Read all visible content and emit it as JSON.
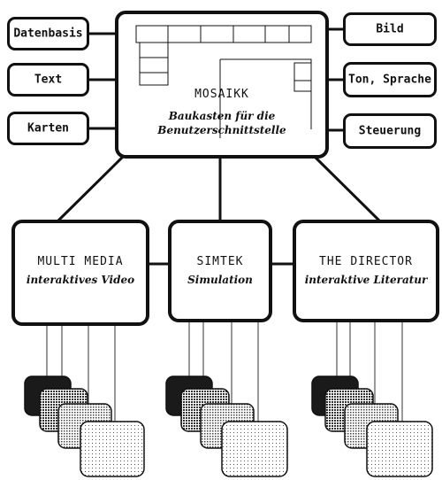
{
  "center": {
    "title": "MOSAIKK",
    "subtitle_line1": "Baukasten für die",
    "subtitle_line2": "Benutzerschnittstelle"
  },
  "left_nodes": [
    "Datenbasis",
    "Text",
    "Karten"
  ],
  "right_nodes": [
    "Bild",
    "Ton, Sprache",
    "Steuerung"
  ],
  "modules": [
    {
      "title": "MULTI MEDIA",
      "subtitle": "interaktives Video"
    },
    {
      "title": "SIMTEK",
      "subtitle": "Simulation"
    },
    {
      "title": "THE DIRECTOR",
      "subtitle": "interaktive Literatur"
    }
  ],
  "colors": {
    "ink": "#111111",
    "paper": "#ffffff",
    "tile_dark": "#1a1a1a",
    "tile_mid": "#8a8a8a",
    "tile_light": "#c8c8c8",
    "tile_lighter": "#e6e6e6"
  }
}
